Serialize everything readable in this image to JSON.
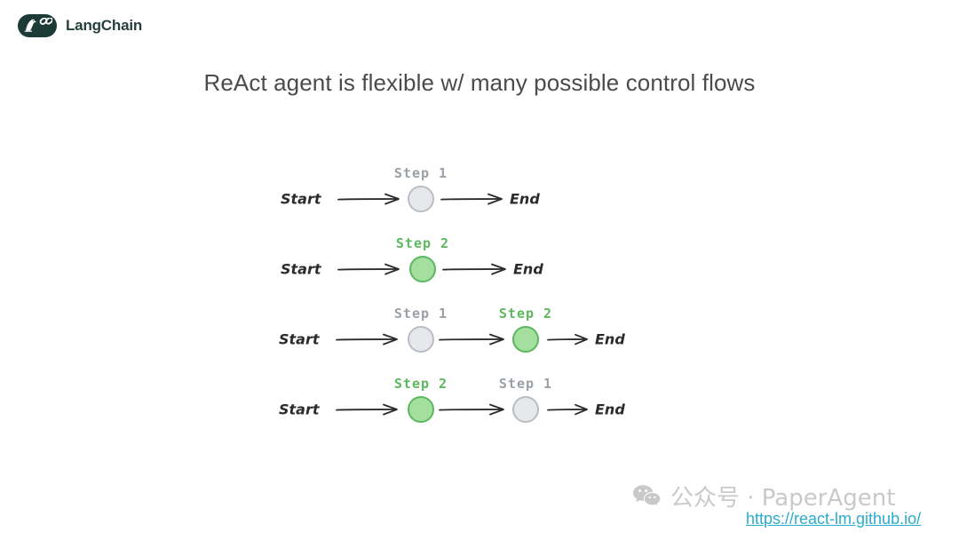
{
  "brand": {
    "name": "LangChain",
    "logo_icon": "langchain-parrot-link-icon",
    "logo_bg": "#1c3b36",
    "text_color": "#26403c"
  },
  "title": "ReAct agent is flexible w/ many possible control flows",
  "colors": {
    "gray_node_fill": "#e6e8ec",
    "gray_node_stroke": "#b9bdc4",
    "green_node_fill": "#a5dfa0",
    "green_node_stroke": "#5cb85f",
    "gray_label": "#9aa0a6",
    "green_label": "#5cb85f",
    "arrow": "#2b2b2b",
    "link": "#2aaccd",
    "watermark": "#c9c9c9"
  },
  "diagram": {
    "start_label": "Start",
    "end_label": "End",
    "rows": [
      {
        "id": "flow-1",
        "nodes": [
          {
            "label": "Step 1",
            "state": "gray"
          }
        ]
      },
      {
        "id": "flow-2",
        "nodes": [
          {
            "label": "Step 2",
            "state": "green"
          }
        ]
      },
      {
        "id": "flow-3",
        "nodes": [
          {
            "label": "Step 1",
            "state": "gray"
          },
          {
            "label": "Step 2",
            "state": "green"
          }
        ]
      },
      {
        "id": "flow-4",
        "nodes": [
          {
            "label": "Step 2",
            "state": "green"
          },
          {
            "label": "Step 1",
            "state": "gray"
          }
        ]
      }
    ]
  },
  "watermark": {
    "icon": "wechat-icon",
    "text": "公众号 · PaperAgent"
  },
  "source_url": "https://react-lm.github.io/"
}
